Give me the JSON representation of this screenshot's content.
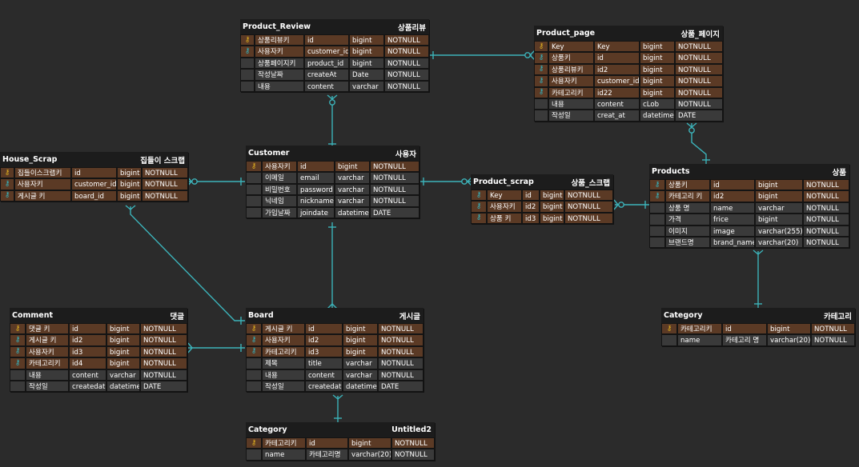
{
  "entities": [
    {
      "id": "product_review",
      "title": "Product_Review",
      "alias": "상품리뷰",
      "rows": [
        {
          "key": "y",
          "logical": "상품리뷰키",
          "physical": "id",
          "type": "bigint",
          "null": "NOTNULL"
        },
        {
          "key": "c",
          "logical": "사용자키",
          "physical": "customer_id",
          "type": "bigint",
          "null": "NOTNULL"
        },
        {
          "key": "",
          "logical": "상품페이지키",
          "physical": "product_id",
          "type": "bigint",
          "null": "NOTNULL"
        },
        {
          "key": "",
          "logical": "작성날짜",
          "physical": "createAt",
          "type": "Date",
          "null": "NOTNULL"
        },
        {
          "key": "",
          "logical": "내용",
          "physical": "content",
          "type": "varchar",
          "null": "NOTNULL"
        }
      ]
    },
    {
      "id": "product_page",
      "title": "Product_page",
      "alias": "상품_페이지",
      "rows": [
        {
          "key": "y",
          "logical": "Key",
          "physical": "Key",
          "type": "bigint",
          "null": "NOTNULL"
        },
        {
          "key": "c",
          "logical": "상품키",
          "physical": "id",
          "type": "bigint",
          "null": "NOTNULL"
        },
        {
          "key": "c",
          "logical": "상품리뷰키",
          "physical": "id2",
          "type": "bigint",
          "null": "NOTNULL"
        },
        {
          "key": "c",
          "logical": "사용자키",
          "physical": "customer_id",
          "type": "bigint",
          "null": "NOTNULL"
        },
        {
          "key": "c",
          "logical": "카테고리키",
          "physical": "id22",
          "type": "bigint",
          "null": "NOTNULL"
        },
        {
          "key": "",
          "logical": "내용",
          "physical": "content",
          "type": "cLob",
          "null": "NOTNULL"
        },
        {
          "key": "",
          "logical": "작성일",
          "physical": "creat_at",
          "type": "datetime",
          "null": "DATE"
        }
      ]
    },
    {
      "id": "house_scrap",
      "title": "House_Scrap",
      "alias": "집들이 스크랩",
      "rows": [
        {
          "key": "y",
          "logical": "집들이스크랩키",
          "physical": "id",
          "type": "bigint",
          "null": "NOTNULL"
        },
        {
          "key": "c",
          "logical": "사용자키",
          "physical": "customer_id",
          "type": "bigint",
          "null": "NOTNULL"
        },
        {
          "key": "c",
          "logical": "게시글 키",
          "physical": "board_id",
          "type": "bigint",
          "null": "NOTNULL"
        }
      ]
    },
    {
      "id": "customer",
      "title": "Customer",
      "alias": "사용자",
      "rows": [
        {
          "key": "y",
          "logical": "사용자키",
          "physical": "id",
          "type": "bigint",
          "null": "NOTNULL"
        },
        {
          "key": "",
          "logical": "이메일",
          "physical": "email",
          "type": "varchar",
          "null": "NOTNULL"
        },
        {
          "key": "",
          "logical": "비밀번호",
          "physical": "password",
          "type": "varchar",
          "null": "NOTNULL"
        },
        {
          "key": "",
          "logical": "닉네임",
          "physical": "nickname",
          "type": "varchar",
          "null": "NOTNULL"
        },
        {
          "key": "",
          "logical": "가입날짜",
          "physical": "joindate",
          "type": "datetime",
          "null": "DATE"
        }
      ]
    },
    {
      "id": "product_scrap",
      "title": "Product_scrap",
      "alias": "상품_스크랩",
      "rows": [
        {
          "key": "c",
          "logical": "Key",
          "physical": "id",
          "type": "bigint",
          "null": "NOTNULL"
        },
        {
          "key": "c",
          "logical": "사용자키",
          "physical": "id2",
          "type": "bigint",
          "null": "NOTNULL"
        },
        {
          "key": "c",
          "logical": "상품 키",
          "physical": "id3",
          "type": "bigint",
          "null": "NOTNULL"
        }
      ]
    },
    {
      "id": "products",
      "title": "Products",
      "alias": "상품",
      "rows": [
        {
          "key": "c",
          "logical": "상품키",
          "physical": "id",
          "type": "bigint",
          "null": "NOTNULL"
        },
        {
          "key": "c",
          "logical": "카테고리 키",
          "physical": "id2",
          "type": "bigint",
          "null": "NOTNULL"
        },
        {
          "key": "",
          "logical": "상품 명",
          "physical": "name",
          "type": "varchar",
          "null": "NOTNULL"
        },
        {
          "key": "",
          "logical": "가격",
          "physical": "frice",
          "type": "bigint",
          "null": "NOTNULL"
        },
        {
          "key": "",
          "logical": "이미지",
          "physical": "image",
          "type": "varchar(255)",
          "null": "NOTNULL"
        },
        {
          "key": "",
          "logical": "브랜드명",
          "physical": "brand_name",
          "type": "varchar(20)",
          "null": "NOTNULL"
        }
      ]
    },
    {
      "id": "comment",
      "title": "Comment",
      "alias": "댓글",
      "rows": [
        {
          "key": "y",
          "logical": "댓글 키",
          "physical": "id",
          "type": "bigint",
          "null": "NOTNULL"
        },
        {
          "key": "c",
          "logical": "게시글 키",
          "physical": "id2",
          "type": "bigint",
          "null": "NOTNULL"
        },
        {
          "key": "c",
          "logical": "사용자키",
          "physical": "id3",
          "type": "bigint",
          "null": "NOTNULL"
        },
        {
          "key": "c",
          "logical": "카테고리키",
          "physical": "id4",
          "type": "bigint",
          "null": "NOTNULL"
        },
        {
          "key": "",
          "logical": "내용",
          "physical": "content",
          "type": "varchar",
          "null": "NOTNULL"
        },
        {
          "key": "",
          "logical": "작성일",
          "physical": "createdat",
          "type": "datetime",
          "null": "DATE"
        }
      ]
    },
    {
      "id": "board",
      "title": "Board",
      "alias": "게시글",
      "rows": [
        {
          "key": "y",
          "logical": "게시글 키",
          "physical": "id",
          "type": "bigint",
          "null": "NOTNULL"
        },
        {
          "key": "c",
          "logical": "사용자키",
          "physical": "id2",
          "type": "bigint",
          "null": "NOTNULL"
        },
        {
          "key": "c",
          "logical": "카테고리키",
          "physical": "id3",
          "type": "bigint",
          "null": "NOTNULL"
        },
        {
          "key": "",
          "logical": "제목",
          "physical": "title",
          "type": "varchar",
          "null": "NOTNULL"
        },
        {
          "key": "",
          "logical": "내용",
          "physical": "content",
          "type": "varchar",
          "null": "NOTNULL"
        },
        {
          "key": "",
          "logical": "작성일",
          "physical": "createdat",
          "type": "datetime",
          "null": "DATE"
        }
      ]
    },
    {
      "id": "category_right",
      "title": "Category",
      "alias": "카테고리",
      "rows": [
        {
          "key": "y",
          "logical": "카테고리키",
          "physical": "id",
          "type": "bigint",
          "null": "NOTNULL"
        },
        {
          "key": "",
          "logical": "name",
          "physical": "카테고리 명",
          "type": "varchar(20)",
          "null": "NOTNULL"
        }
      ]
    },
    {
      "id": "category_bottom",
      "title": "Category",
      "alias": "Untitled2",
      "rows": [
        {
          "key": "y",
          "logical": "카테고리키",
          "physical": "id",
          "type": "bigint",
          "null": "NOTNULL"
        },
        {
          "key": "",
          "logical": "name",
          "physical": "카테고리명",
          "type": "varchar(20)",
          "null": "NOTNULL"
        }
      ]
    }
  ],
  "icons": {
    "primary_key": "key-icon",
    "foreign_key": "key-icon"
  },
  "colors": {
    "background": "#2b2b2b",
    "pk_row": "#5b3a25",
    "row": "#3a3a3a",
    "link": "#3cb3ba",
    "pk_key": "#e0b020",
    "fk_key": "#33b5c2"
  }
}
